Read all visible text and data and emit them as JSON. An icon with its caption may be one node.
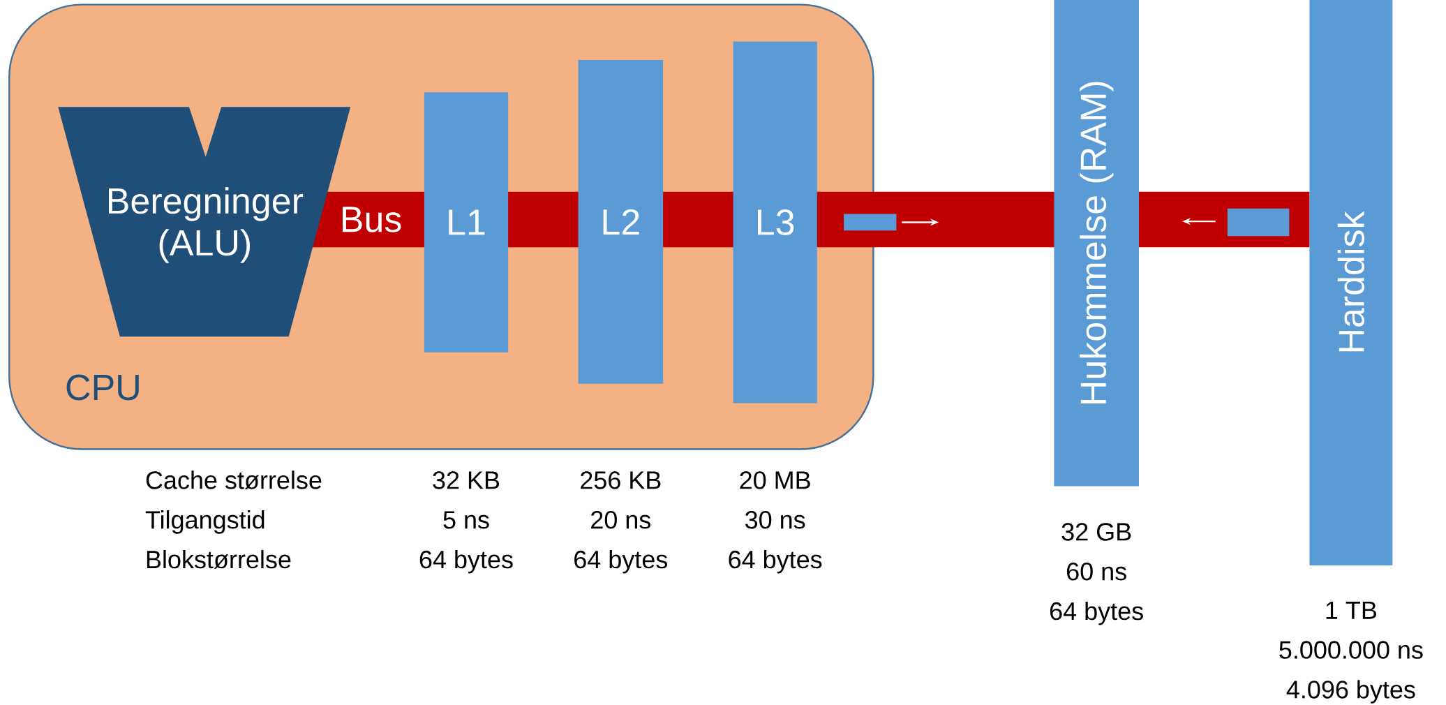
{
  "diagram": {
    "nodes": [
      {
        "text": [
          "CPU"
        ]
      },
      {
        "text": [
          "Beregninger (ALU)"
        ],
        "in": 0
      },
      {
        "text": [
          "Bus"
        ]
      },
      {
        "text": [
          "L1"
        ],
        "in": 0,
        "beside": [
          "32 KB",
          "5 ns",
          "64 bytes"
        ]
      },
      {
        "text": [
          "L2"
        ],
        "in": 0,
        "beside": [
          "256 KB",
          "20 ns",
          "64 bytes"
        ]
      },
      {
        "text": [
          "L3"
        ],
        "in": 0,
        "beside": [
          "20 MB",
          "30 ns",
          "64 bytes"
        ]
      },
      {
        "text": [],
        "shape": "box",
        "in": 2
      },
      {
        "text": [
          "Hukommelse (RAM)"
        ],
        "beside": [
          "32 GB",
          "60 ns",
          "64 bytes"
        ]
      },
      {
        "text": [],
        "shape": "box",
        "in": 2
      },
      {
        "text": [
          "Harddisk"
        ],
        "beside": [
          "1 TB",
          "5.000.000 ns",
          "4.096 bytes"
        ]
      }
    ],
    "labels": [
      "Cache størrelse",
      "Tilgangstid",
      "Blokstørrelse"
    ]
  }
}
